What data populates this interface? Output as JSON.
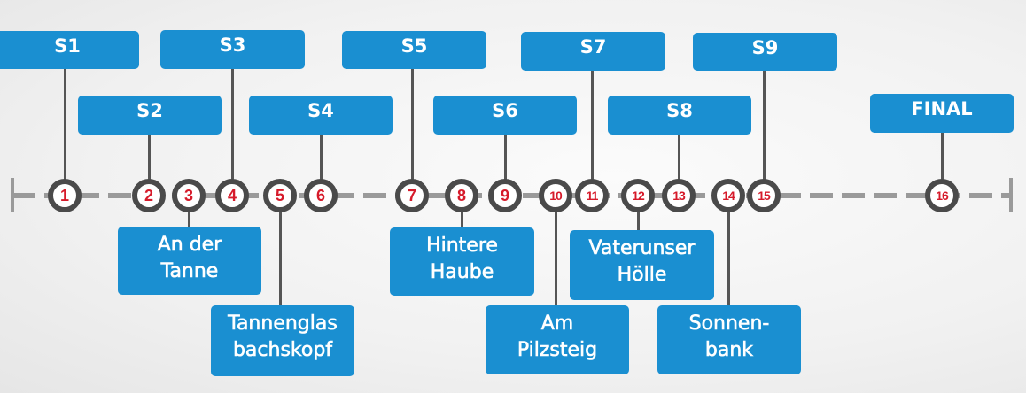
{
  "stages": [
    "S1",
    "S2",
    "S3",
    "S4",
    "S5",
    "S6",
    "S7",
    "S8",
    "S9",
    "FINAL"
  ],
  "checkpoints": [
    "1",
    "2",
    "3",
    "4",
    "5",
    "6",
    "7",
    "8",
    "9",
    "10",
    "11",
    "12",
    "13",
    "14",
    "15",
    "16"
  ],
  "locations": [
    "An der\nTanne",
    "Tannenglas\nbachskopf",
    "Hintere\nHaube",
    "Am\nPilzsteig",
    "Vaterunser\nHölle",
    "Sonnen-\nbank"
  ],
  "colors": {
    "box": "#1a8fd1",
    "number": "#d61a2a",
    "ring": "#4a4a4a",
    "axis": "#9a9a9a"
  }
}
